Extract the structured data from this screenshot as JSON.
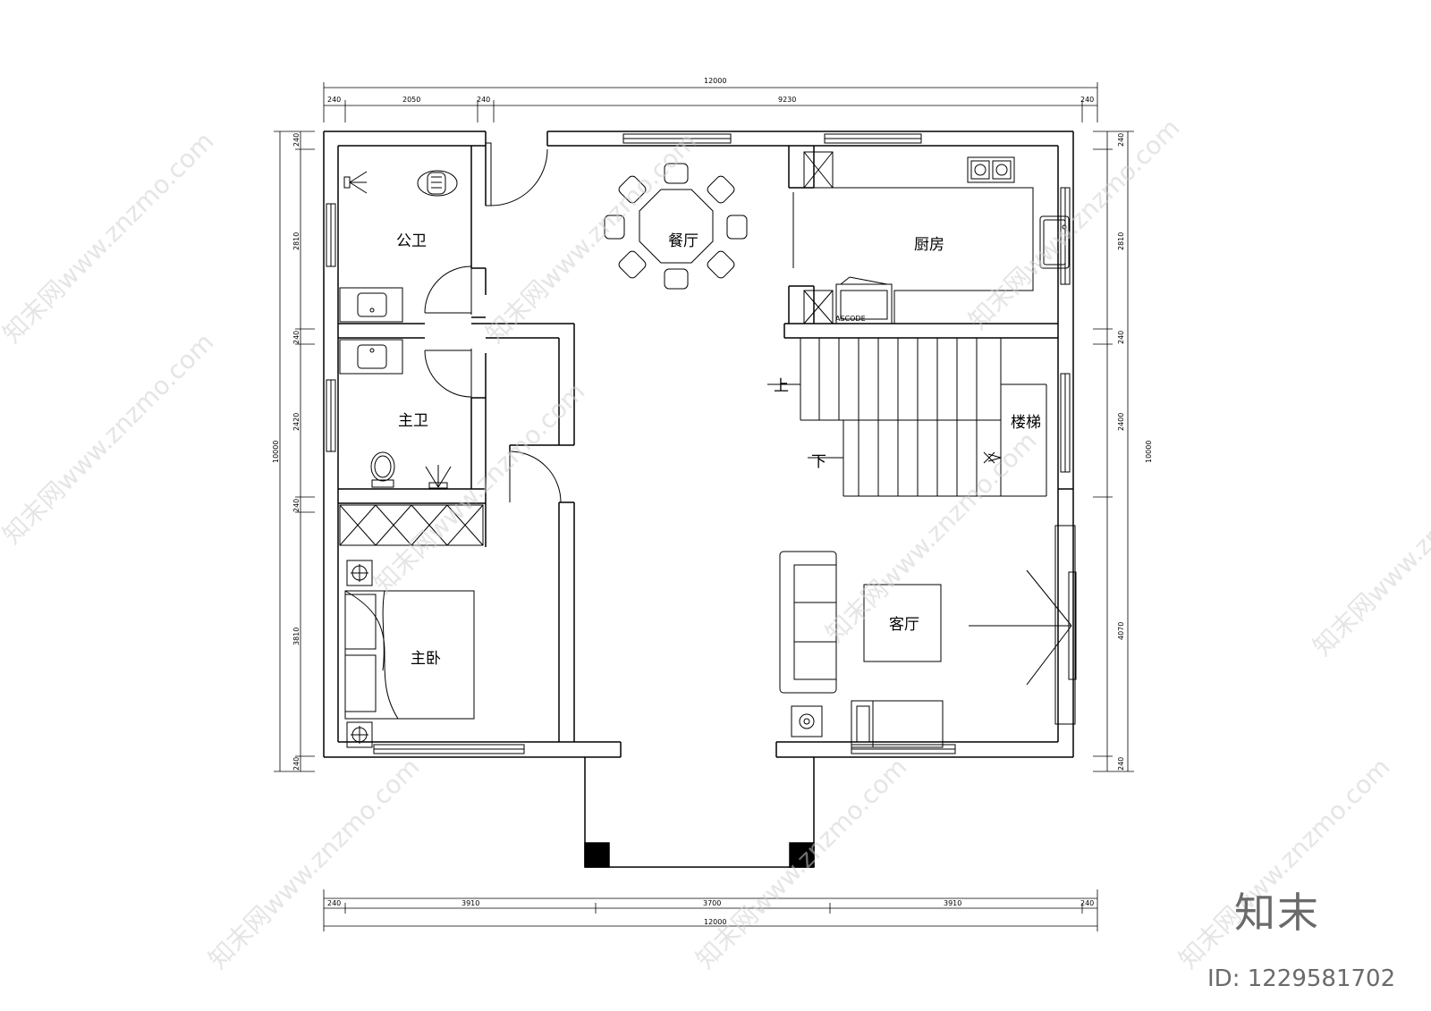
{
  "rooms": {
    "public_bath": "公卫",
    "dining": "餐厅",
    "kitchen": "厨房",
    "master_bath": "主卫",
    "stairs": "楼梯",
    "master_bedroom": "主卧",
    "living": "客厅"
  },
  "stair_up": "上",
  "stair_down": "下",
  "appliance_label": "ASCODE",
  "dims_top": {
    "total": "12000",
    "segments": [
      "240",
      "2050",
      "240",
      "9230",
      "240"
    ]
  },
  "dims_bottom": {
    "total": "12000",
    "segments": [
      "240",
      "3910",
      "3700",
      "3910",
      "240"
    ]
  },
  "dims_left": {
    "total": "10000",
    "segments": [
      "240",
      "2810",
      "240",
      "2420",
      "240",
      "3810",
      "240"
    ]
  },
  "dims_right": {
    "total": "10000",
    "segments": [
      "240",
      "2810",
      "240",
      "2400",
      "4070",
      "240"
    ]
  },
  "watermark": {
    "text": "知末网www.znzmo.com",
    "brand": "知末",
    "id_label": "ID: 1229581702"
  }
}
